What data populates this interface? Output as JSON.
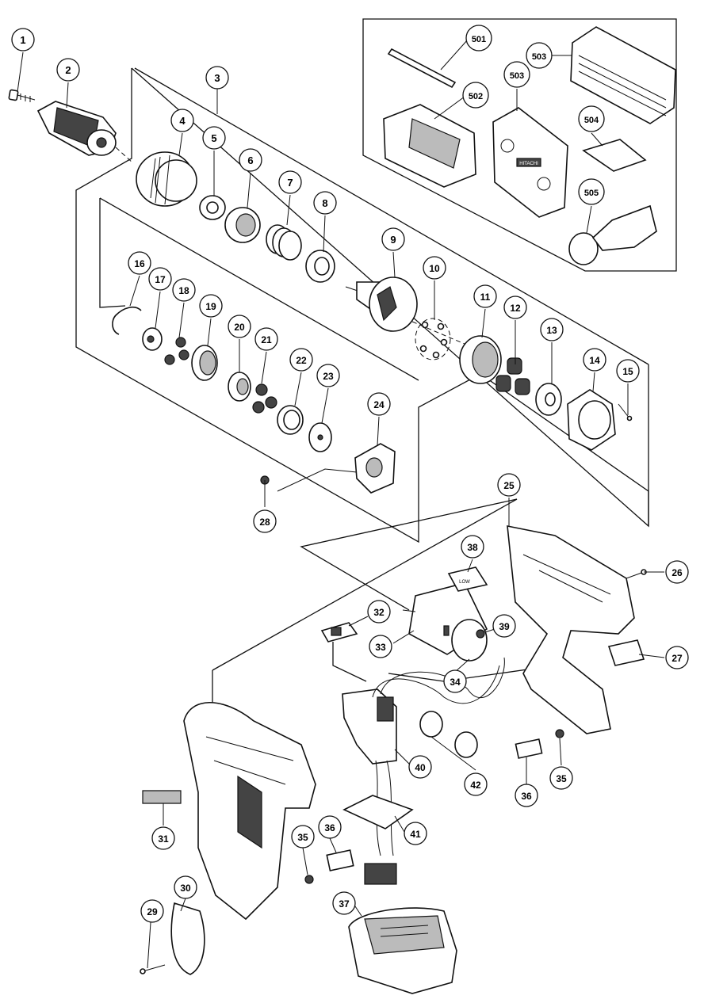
{
  "callouts": [
    {
      "id": "c1",
      "label": "1"
    },
    {
      "id": "c2",
      "label": "2"
    },
    {
      "id": "c3",
      "label": "3"
    },
    {
      "id": "c4",
      "label": "4"
    },
    {
      "id": "c5",
      "label": "5"
    },
    {
      "id": "c6",
      "label": "6"
    },
    {
      "id": "c7",
      "label": "7"
    },
    {
      "id": "c8",
      "label": "8"
    },
    {
      "id": "c9",
      "label": "9"
    },
    {
      "id": "c10",
      "label": "10"
    },
    {
      "id": "c11",
      "label": "11"
    },
    {
      "id": "c12",
      "label": "12"
    },
    {
      "id": "c13",
      "label": "13"
    },
    {
      "id": "c14",
      "label": "14"
    },
    {
      "id": "c15",
      "label": "15"
    },
    {
      "id": "c16",
      "label": "16"
    },
    {
      "id": "c17",
      "label": "17"
    },
    {
      "id": "c18",
      "label": "18"
    },
    {
      "id": "c19",
      "label": "19"
    },
    {
      "id": "c20",
      "label": "20"
    },
    {
      "id": "c21",
      "label": "21"
    },
    {
      "id": "c22",
      "label": "22"
    },
    {
      "id": "c23",
      "label": "23"
    },
    {
      "id": "c24",
      "label": "24"
    },
    {
      "id": "c25",
      "label": "25"
    },
    {
      "id": "c26",
      "label": "26"
    },
    {
      "id": "c27",
      "label": "27"
    },
    {
      "id": "c28",
      "label": "28"
    },
    {
      "id": "c29",
      "label": "29"
    },
    {
      "id": "c30",
      "label": "30"
    },
    {
      "id": "c31",
      "label": "31"
    },
    {
      "id": "c32",
      "label": "32"
    },
    {
      "id": "c33",
      "label": "33"
    },
    {
      "id": "c34",
      "label": "34"
    },
    {
      "id": "c35a",
      "label": "35"
    },
    {
      "id": "c35b",
      "label": "35"
    },
    {
      "id": "c36a",
      "label": "36"
    },
    {
      "id": "c36b",
      "label": "36"
    },
    {
      "id": "c37",
      "label": "37"
    },
    {
      "id": "c38",
      "label": "38"
    },
    {
      "id": "c39",
      "label": "39"
    },
    {
      "id": "c40",
      "label": "40"
    },
    {
      "id": "c41",
      "label": "41"
    },
    {
      "id": "c42",
      "label": "42"
    },
    {
      "id": "c501",
      "label": "501"
    },
    {
      "id": "c502",
      "label": "502"
    },
    {
      "id": "c503a",
      "label": "503"
    },
    {
      "id": "c503b",
      "label": "503"
    },
    {
      "id": "c504",
      "label": "504"
    },
    {
      "id": "c505",
      "label": "505"
    }
  ],
  "labels": {
    "case_brand": "HITACHI",
    "switch_text": "LOW"
  }
}
